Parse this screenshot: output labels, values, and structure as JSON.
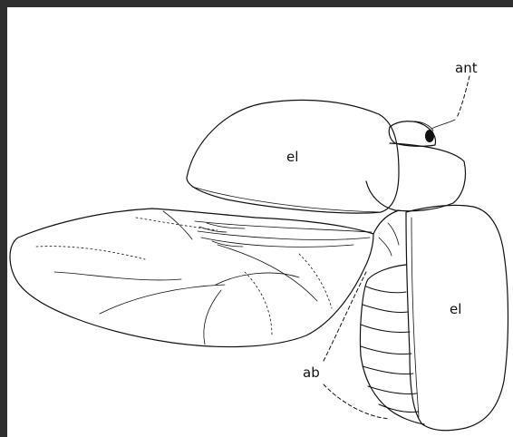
{
  "labels": {
    "ant": "ant",
    "el_top": "el",
    "el_bottom": "el",
    "ab": "ab"
  },
  "colors": {
    "background": "#2f2f2f",
    "paper": "#ffffff",
    "ink": "#111111"
  }
}
